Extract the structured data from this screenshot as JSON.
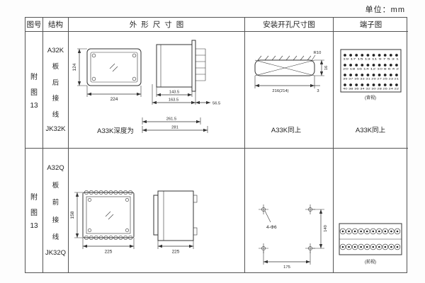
{
  "unit_label": "单位：mm",
  "headers": {
    "fig": "图号",
    "structure": "结构",
    "outline": "外形尺寸图",
    "mounting": "安装开孔尺寸图",
    "terminal": "端子图"
  },
  "row1": {
    "fig": {
      "l1": "附",
      "l2": "图",
      "l3": "13"
    },
    "structure": {
      "l1": "A32K",
      "l2": "板",
      "l3": "后",
      "l4": "接",
      "l5": "线",
      "l6": "JK32K"
    },
    "outline": {
      "height": "124",
      "width": "224",
      "depth_a": "143.5",
      "depth_b": "163.5",
      "rear": "56.5",
      "note": "A33K深度为",
      "total_a": "261.5",
      "total_b": "281"
    },
    "mounting": {
      "radius": "R10",
      "width": "216(214)",
      "gap": "3",
      "height": "16",
      "note": "A33K同上"
    },
    "terminal": {
      "nums1": "19 17 15 13 11 9 7 5 3 1",
      "nums2": "20 18 16 14 12 10 8 6 4 2",
      "nums3": "39 37 35 33 31 29 27 25 23 21",
      "nums4": "40 38 36 34 32 30 28 26 24 22",
      "view": "(背视)",
      "note": "A33K同上"
    }
  },
  "row2": {
    "fig": {
      "l1": "附",
      "l2": "图",
      "l3": "13"
    },
    "structure": {
      "l1": "A32Q",
      "l2": "板",
      "l3": "前",
      "l4": "接",
      "l5": "线",
      "l6": "JK32Q"
    },
    "outline": {
      "height": "158",
      "width": "225",
      "side_width": "225"
    },
    "mounting": {
      "holes": "4-Φ6",
      "height": "140",
      "width": "175"
    },
    "terminal": {
      "view": "(前视)"
    }
  }
}
